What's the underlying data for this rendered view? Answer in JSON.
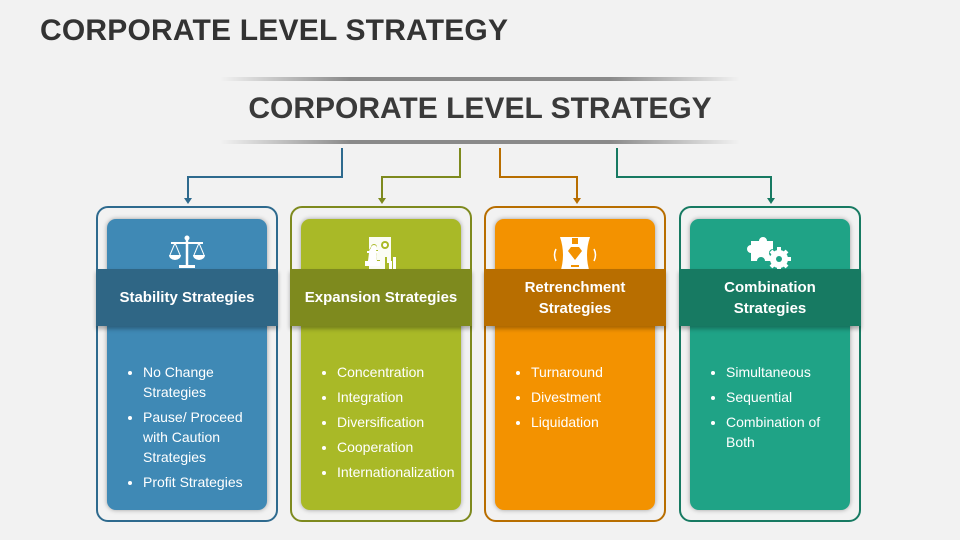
{
  "page_title": "CORPORATE LEVEL STRATEGY",
  "main_title": "CORPORATE LEVEL STRATEGY",
  "cards": [
    {
      "title": "Stability Strategies",
      "icon": "scales-icon",
      "color": "#3f89b5",
      "band": "#2f6685",
      "border": "#2e6a8e",
      "items": [
        "No Change Strategies",
        "Pause/ Proceed with Caution Strategies",
        "Profit Strategies"
      ]
    },
    {
      "title": "Expansion Strategies",
      "icon": "chess-growth-icon",
      "color": "#a9b927",
      "band": "#7e8a1e",
      "border": "#7e8a1e",
      "items": [
        "Concentration",
        "Integration",
        "Diversification",
        "Cooperation",
        "Internationalization"
      ]
    },
    {
      "title": "Retrenchment Strategies",
      "icon": "diamond-squeeze-icon",
      "color": "#f39200",
      "band": "#b86e00",
      "border": "#b86e00",
      "items": [
        "Turnaround",
        "Divestment",
        "Liquidation"
      ]
    },
    {
      "title": "Combination Strategies",
      "icon": "puzzle-gear-icon",
      "color": "#1fa386",
      "band": "#177a62",
      "border": "#177a62",
      "items": [
        "Simultaneous",
        "Sequential",
        "Combination of Both"
      ]
    }
  ]
}
